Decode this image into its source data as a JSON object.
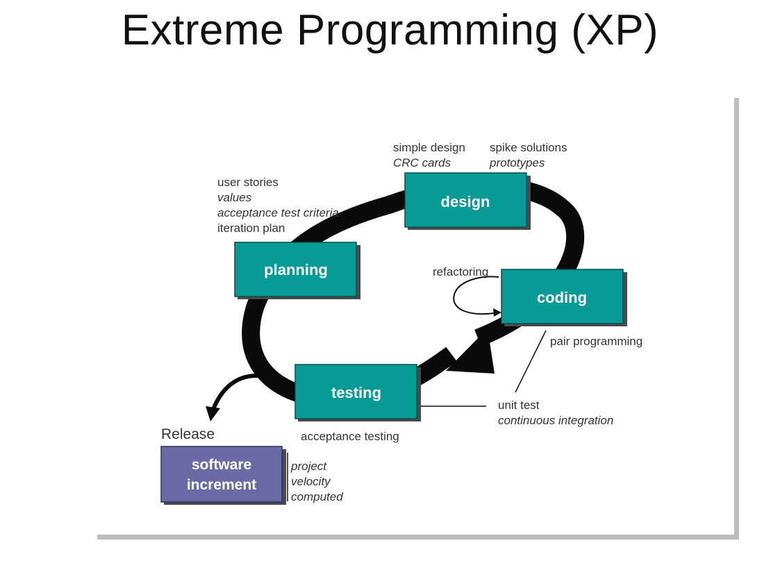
{
  "title": "Extreme Programming (XP)",
  "colors": {
    "phase_box": "#079b96",
    "release_box": "#6a6aa6",
    "cycle_arrow": "#0a0a0a",
    "frame_shadow": "#b5b5b5"
  },
  "phases": {
    "planning": "planning",
    "design": "design",
    "coding": "coding",
    "testing": "testing"
  },
  "release": {
    "heading": "Release",
    "box_line1": "software",
    "box_line2": "increment",
    "notes": [
      "project",
      "velocity",
      "computed"
    ]
  },
  "annotations": {
    "planning": [
      "user stories",
      "values",
      "acceptance test criteria",
      "iteration plan"
    ],
    "design_left": [
      "simple design",
      "CRC cards"
    ],
    "design_right": [
      "spike solutions",
      "prototypes"
    ],
    "refactoring": "refactoring",
    "pair_programming": "pair programming",
    "unit_test": [
      "unit test",
      "continuous integration"
    ],
    "acceptance_testing": "acceptance testing"
  }
}
